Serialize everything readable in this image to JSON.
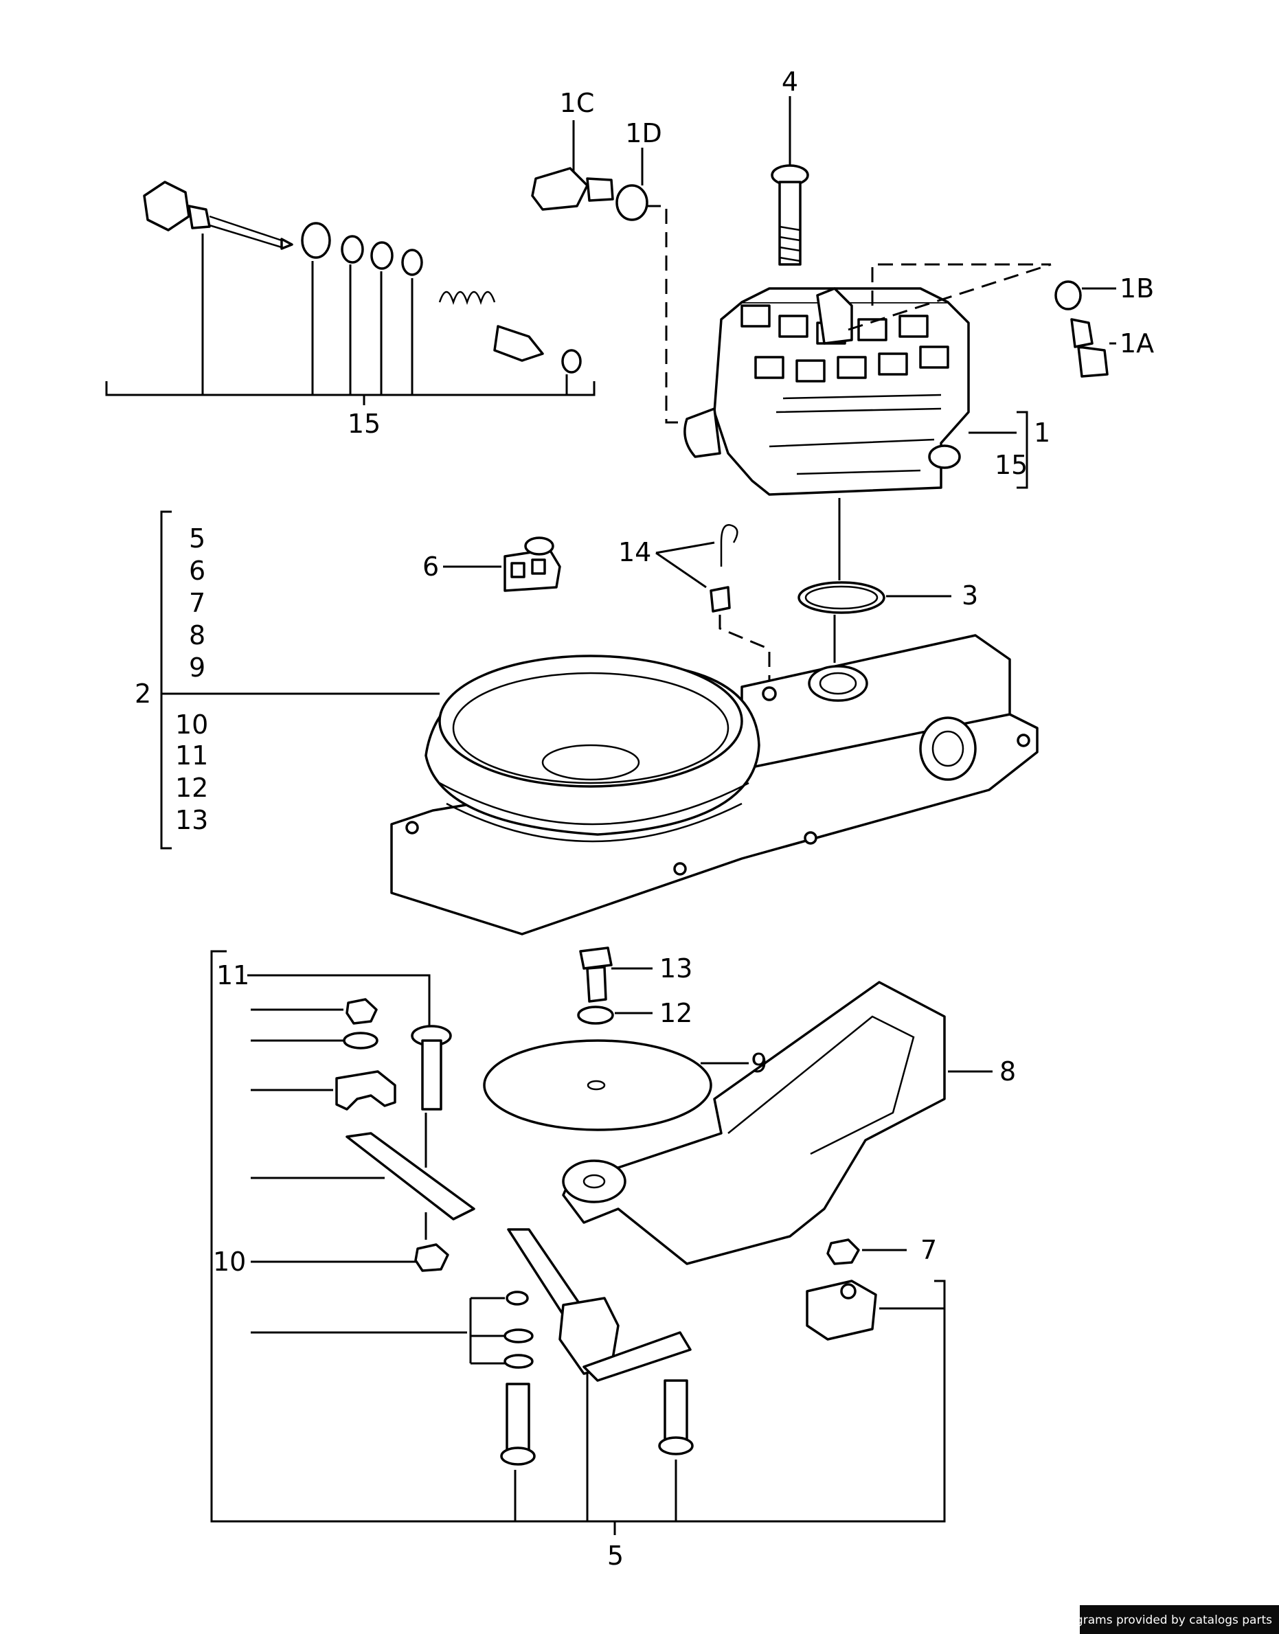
{
  "callouts": {
    "c1": "1",
    "c1A": "1A",
    "c1B": "1B",
    "c1C": "1C",
    "c1D": "1D",
    "c2": "2",
    "c3": "3",
    "c4": "4",
    "c5": "5",
    "c6": "6",
    "c7": "7",
    "c8": "8",
    "c9": "9",
    "c10": "10",
    "c11": "11",
    "c12": "12",
    "c13": "13",
    "c14": "14",
    "c15": "15",
    "g2": [
      "5",
      "6",
      "7",
      "8",
      "9",
      "10",
      "11",
      "12",
      "13"
    ]
  },
  "credit": "Diagrams provided by catalogs parts"
}
